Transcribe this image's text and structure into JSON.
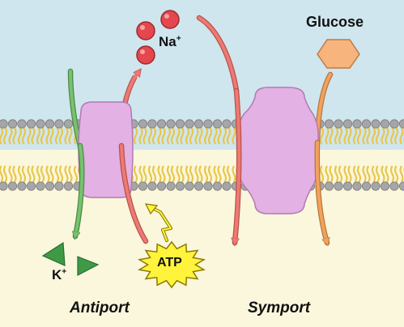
{
  "colors": {
    "extracellular": "#cfe6ee",
    "cytoplasm": "#fbf7dc",
    "lipid_head": "#a6a6a6",
    "lipid_tail": "#e8c64a",
    "protein": "#e3b1e3",
    "na_ion": "#e4474d",
    "na_arrow": "#ee7a73",
    "k_ion": "#3f9a46",
    "k_arrow": "#77c26f",
    "glucose": "#f7b47d",
    "glucose_arrow": "#f2a25e",
    "atp_burst": "#fff33b"
  },
  "labels": {
    "na": "Na",
    "na_charge": "+",
    "k": "K",
    "k_charge": "+",
    "glucose": "Glucose",
    "atp": "ATP",
    "antiport": "Antiport",
    "symport": "Symport"
  }
}
